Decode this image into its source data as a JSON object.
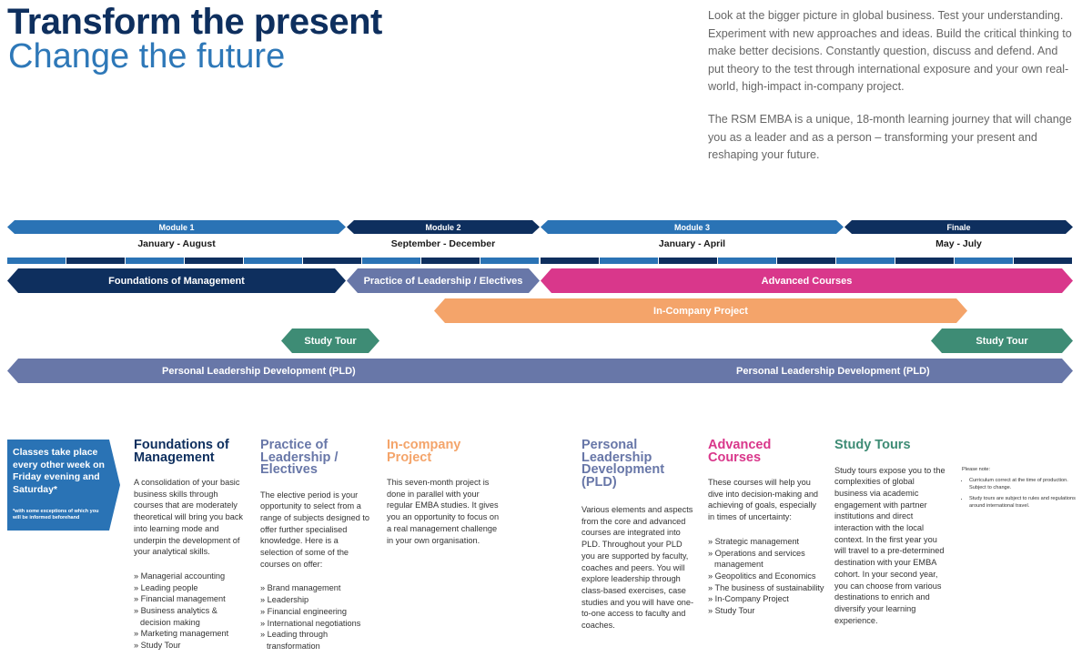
{
  "header": {
    "title_line1": "Transform the present",
    "title_line2": "Change the future",
    "intro_p1": "Look at the bigger picture in global business. Test your understanding. Experiment with new approaches and ideas. Build the critical thinking to make better decisions. Constantly question, discuss and defend. And put theory to the test through international exposure and your own real-world, high-impact in-company project.",
    "intro_p2": "The RSM EMBA is a unique, 18-month learning journey that will change you as a leader and as a person – transforming your present and reshaping your future."
  },
  "timeline": {
    "modules": [
      {
        "label": "Module 1",
        "period": "January - August",
        "color": "#2a73b5"
      },
      {
        "label": "Module 2",
        "period": "September - December",
        "color": "#0e2f5e"
      },
      {
        "label": "Module 3",
        "period": "January - April",
        "color": "#2a73b5"
      },
      {
        "label": "Finale",
        "period": "May - July",
        "color": "#0e2f5e"
      }
    ],
    "foundations": "Foundations of Management",
    "practice": "Practice of Leadership / Electives",
    "advanced": "Advanced Courses",
    "in_company": "In-Company Project",
    "study_tour": "Study Tour",
    "pld": "Personal Leadership Development (PLD)",
    "colors": {
      "dark_navy": "#0e2f5e",
      "blue": "#2a73b5",
      "slate": "#6877a8",
      "magenta": "#d9378b",
      "orange": "#f4a46a",
      "green": "#3e8c75",
      "stripe_light": "#2a73b5",
      "stripe_dark": "#0e2f5e"
    }
  },
  "sidebox": {
    "main": "Classes take place every other week on Friday evening and Saturday*",
    "note": "*with some exceptions of which you will be informed beforehand"
  },
  "sections": {
    "foundations": {
      "title": "Foundations of Management",
      "color": "#0e2f5e",
      "body": "A consolidation of your basic business skills through courses that are moderately theoretical will bring you back into learning mode and underpin the development of your analytical skills.",
      "items": [
        "Managerial accounting",
        "Leading people",
        "Financial management",
        "Business analytics & decision making",
        "Marketing management",
        "Study Tour"
      ]
    },
    "practice": {
      "title": "Practice of Leadership / Electives",
      "color": "#6877a8",
      "body": "The elective period is your opportunity to select from a range of subjects designed to offer further specialised knowledge. Here is a selection of some of the courses on offer:",
      "items": [
        "Brand management",
        "Leadership",
        "Financial engineering",
        "International negotiations",
        "Leading through transformation"
      ]
    },
    "incompany": {
      "title": "In-company Project",
      "color": "#f4a46a",
      "body": "This seven-month project is done in parallel with your regular EMBA studies. It gives you an opportunity to focus on a real management challenge in your own organisation."
    },
    "pld": {
      "title": "Personal Leadership Development (PLD)",
      "color": "#6877a8",
      "body": "Various elements and aspects from the core and advanced courses are integrated into PLD. Throughout your PLD you are supported by faculty, coaches and peers. You will explore leadership through class-based exercises, case studies and you will have one-to-one access to faculty and coaches."
    },
    "advanced": {
      "title": "Advanced Courses",
      "color": "#d9378b",
      "body": "These courses will help you dive into decision-making and achieving of goals, especially in times of uncertainty:",
      "items": [
        "Strategic management",
        "Operations and services management",
        "Geopolitics and Economics",
        "The business of sustainability",
        "In-Company Project",
        "Study Tour"
      ]
    },
    "studytours": {
      "title": "Study Tours",
      "color": "#3e8c75",
      "body": "Study tours expose you to the complexities of global business via academic engagement with partner institutions and direct interaction with the local context. In the first year you will travel to a pre-determined destination with your EMBA cohort. In your second year, you can choose from various destinations to enrich and diversify your learning experience."
    }
  },
  "notes": {
    "heading": "Please note:",
    "items": [
      "Curriculum correct at the time of production. Subject to change.",
      "Study tours are subject to rules and regulations around international travel."
    ]
  }
}
